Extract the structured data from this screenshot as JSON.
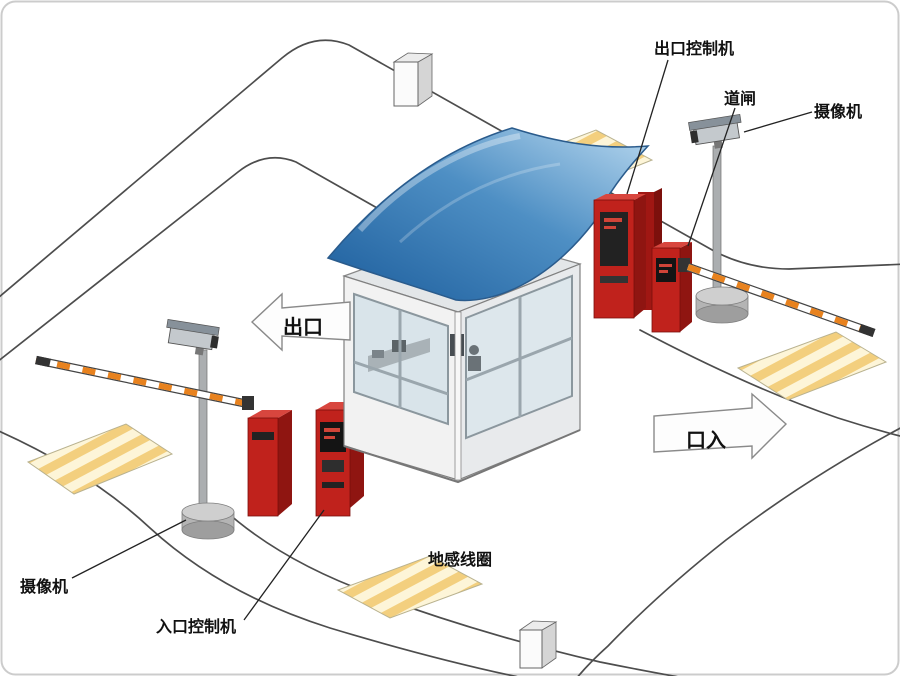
{
  "diagram": {
    "labels": {
      "exit_controller": "出口控制机",
      "barrier_gate": "道闸",
      "camera_right": "摄像机",
      "camera_left": "摄像机",
      "entrance_controller": "入口控制机",
      "ground_coil": "地感线圈",
      "exit_arrow": "出口",
      "entrance_arrow": "口入"
    },
    "colors": {
      "machine_red": "#c0221c",
      "machine_red_dark": "#8f1511",
      "machine_red_top": "#d8463e",
      "roof_blue_dark": "#1c5d9c",
      "roof_blue_mid": "#4e8fc4",
      "roof_blue_light": "#b8d8ef",
      "stripe_yellow": "#f3cf7e",
      "stripe_cream": "#fdf5d8",
      "arm_orange": "#e8821e",
      "road_line": "#4d4d4d",
      "pole_gray": "#abaeb0",
      "label_color": "#111111"
    }
  }
}
